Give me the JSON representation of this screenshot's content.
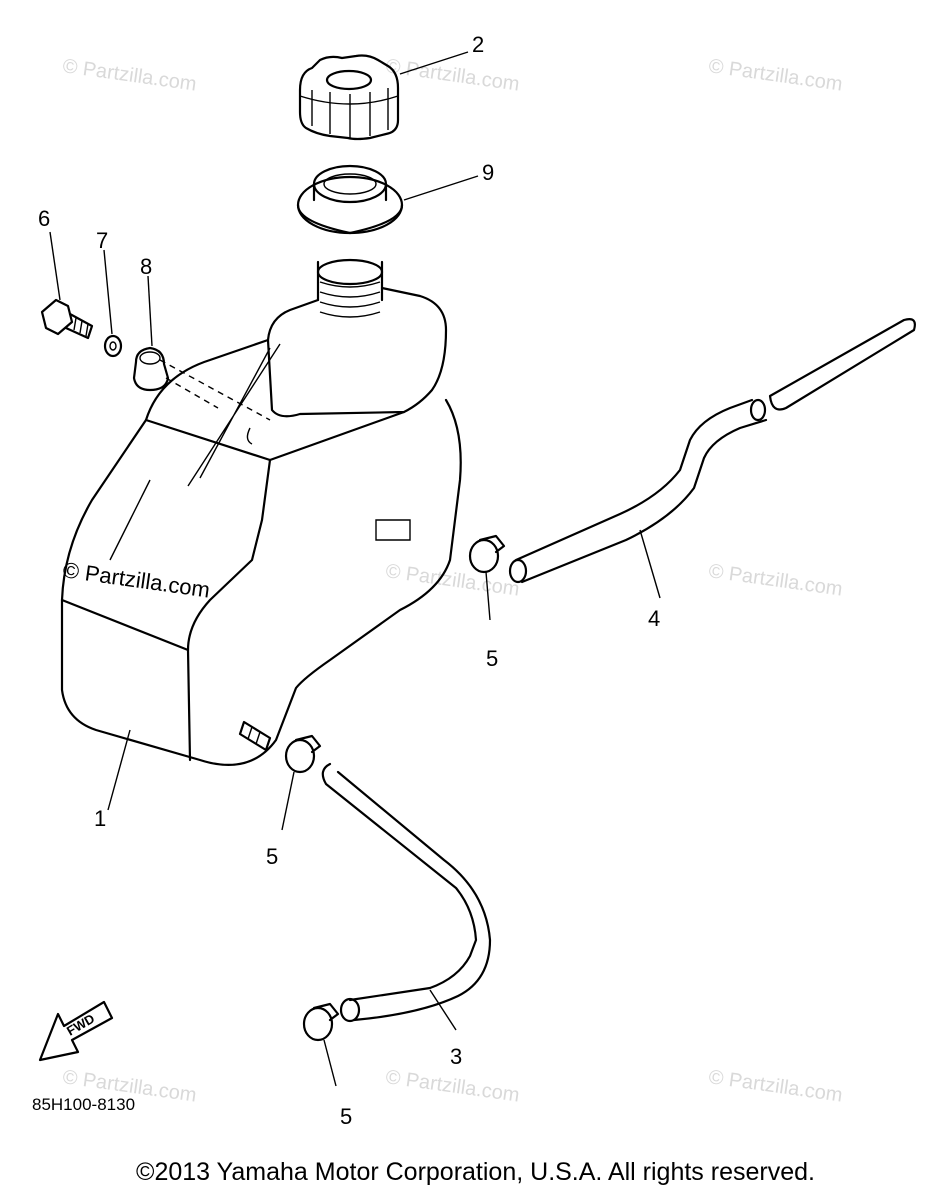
{
  "watermarks": [
    "© Partzilla.com",
    "© Partzilla.com",
    "© Partzilla.com",
    "© Partzilla.com",
    "© Partzilla.com",
    "© Partzilla.com",
    "© Partzilla.com",
    "© Partzilla.com",
    "© Partzilla.com"
  ],
  "callouts": {
    "c1": "1",
    "c2": "2",
    "c3": "3",
    "c4": "4",
    "c5a": "5",
    "c5b": "5",
    "c5c": "5",
    "c6": "6",
    "c7": "7",
    "c8": "8",
    "c9": "9"
  },
  "fwd_arrow_text": "FWD",
  "diagram_code": "85H100-8130",
  "copyright": "©2013  Yamaha Motor Corporation, U.S.A. All rights reserved."
}
